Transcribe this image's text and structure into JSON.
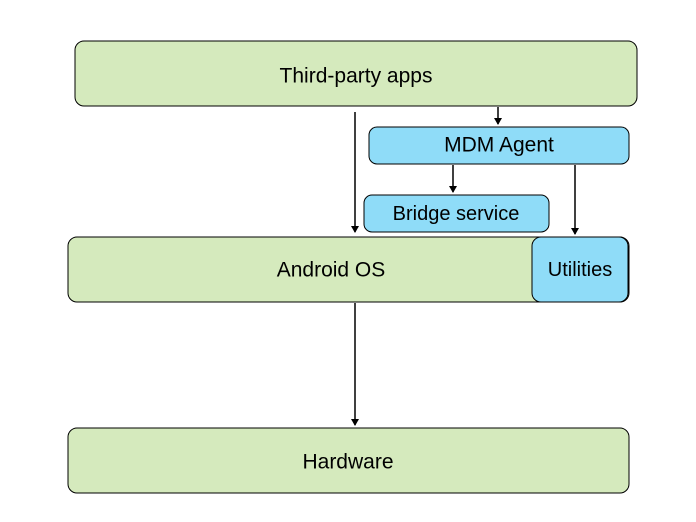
{
  "diagram": {
    "third_party_apps": "Third-party apps",
    "mdm_agent": "MDM Agent",
    "bridge_service": "Bridge service",
    "android_os": "Android OS",
    "utilities": "Utilities",
    "hardware": "Hardware"
  },
  "colors": {
    "green_fill": "#d5eabd",
    "blue_fill": "#8fdcf8",
    "stroke": "#000000"
  }
}
